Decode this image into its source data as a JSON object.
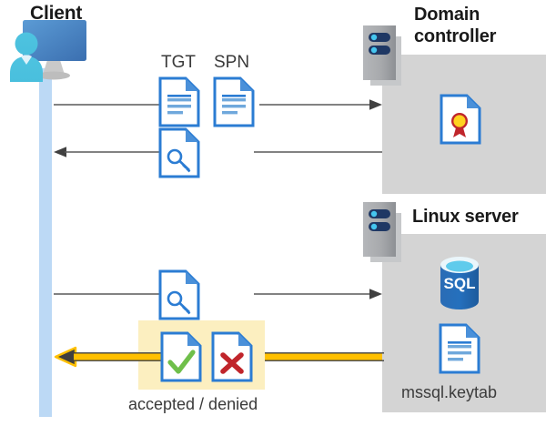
{
  "diagram": {
    "title_client": "Client",
    "title_domain_controller": "Domain\ncontroller",
    "title_linux_server": "Linux server",
    "labels": {
      "tgt": "TGT",
      "spn": "SPN",
      "accepted_denied": "accepted / denied",
      "keytab": "mssql.keytab",
      "sql": "SQL"
    },
    "icons": {
      "client": "client-workstation-icon",
      "server_dc": "server-rack-icon",
      "server_linux": "server-rack-icon",
      "tgt_doc": "document-icon",
      "spn_doc": "document-icon",
      "ticket_key_doc": "document-key-icon",
      "service_ticket_key_doc": "document-key-icon",
      "certificate": "certificate-document-icon",
      "accepted_doc": "document-check-icon",
      "denied_doc": "document-cross-icon",
      "database": "sql-database-icon",
      "keytab_doc": "document-icon"
    },
    "flows": [
      {
        "name": "request-tgt-spn",
        "direction": "right",
        "from": "client",
        "to": "domain-controller",
        "payload": "TGT / SPN"
      },
      {
        "name": "return-service-ticket",
        "direction": "left",
        "from": "domain-controller",
        "to": "client",
        "payload": "ticket"
      },
      {
        "name": "present-service-ticket",
        "direction": "right",
        "from": "client",
        "to": "linux-server",
        "payload": "ticket"
      },
      {
        "name": "auth-result",
        "direction": "left",
        "from": "linux-server",
        "to": "client",
        "payload": "accepted / denied"
      }
    ],
    "colors": {
      "lifeline": "#bcd9f5",
      "panel": "#d4d4d4",
      "highlight": "#fcefc0",
      "arrow_gray": "#595959",
      "arrow_yellow": "#ffc000",
      "doc_blue": "#2b7cd3",
      "accent_green": "#6fbf4a",
      "accent_red": "#c0252b",
      "title": "#1a1a1a"
    }
  }
}
